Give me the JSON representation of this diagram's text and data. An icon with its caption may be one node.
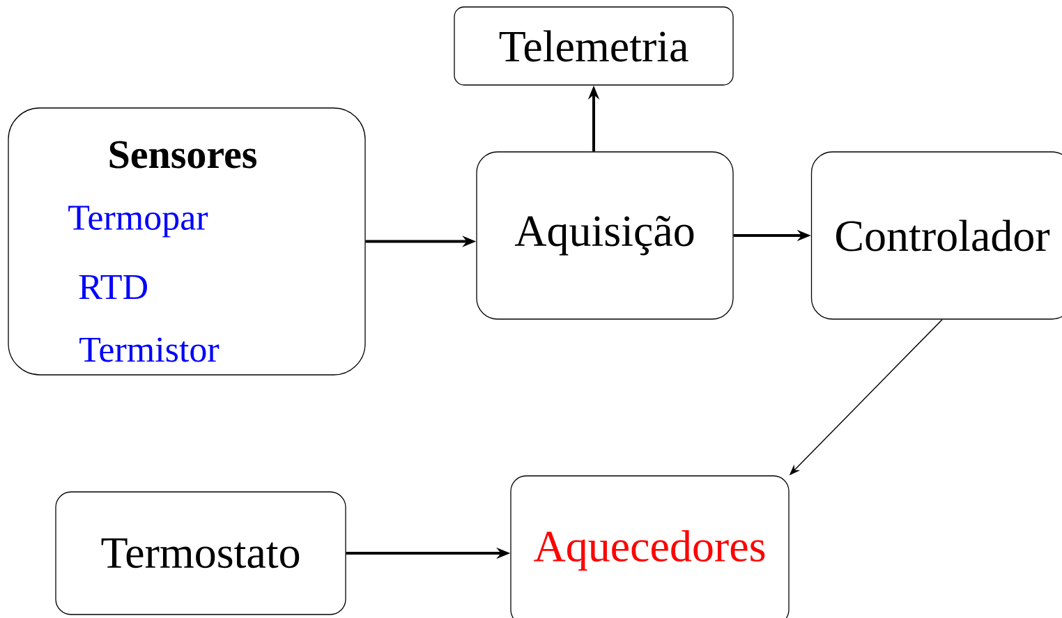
{
  "diagram": {
    "nodes": [
      {
        "text": [
          "Sensores",
          "Termopar",
          "RTD",
          "Termistor"
        ]
      },
      {
        "text": [
          "Telemetria"
        ]
      },
      {
        "text": [
          "Aquisição"
        ]
      },
      {
        "text": [
          "Controlador"
        ]
      },
      {
        "text": [
          "Termostato"
        ]
      },
      {
        "text": [
          "Aquecedores"
        ]
      }
    ],
    "edges": [
      {
        "from": 0,
        "to": 2,
        "arrow": "to"
      },
      {
        "from": 2,
        "to": 1,
        "arrow": "to"
      },
      {
        "from": 2,
        "to": 3,
        "arrow": "to"
      },
      {
        "from": 3,
        "to": 5,
        "arrow": "to"
      },
      {
        "from": 4,
        "to": 5,
        "arrow": "to"
      }
    ]
  }
}
